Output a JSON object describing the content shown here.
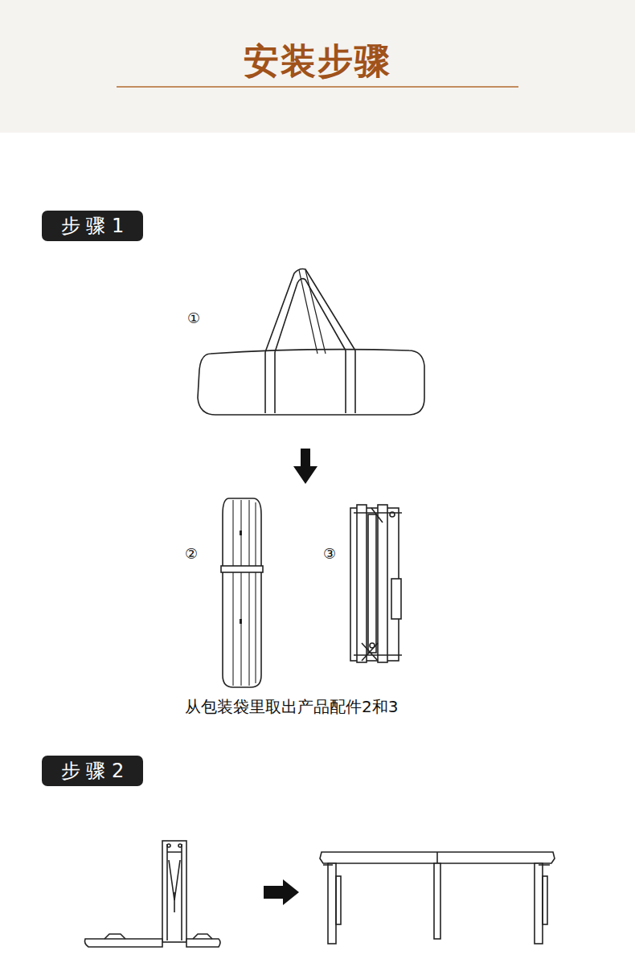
{
  "diagram": {
    "title": "安装步骤",
    "nodes": [
      {
        "text": [
          "步 骤 1"
        ]
      },
      {
        "text": [
          "步 骤 2"
        ]
      }
    ],
    "labels": [
      "①",
      "②",
      "③",
      "从包装袋里取出产品配件2和3"
    ]
  }
}
